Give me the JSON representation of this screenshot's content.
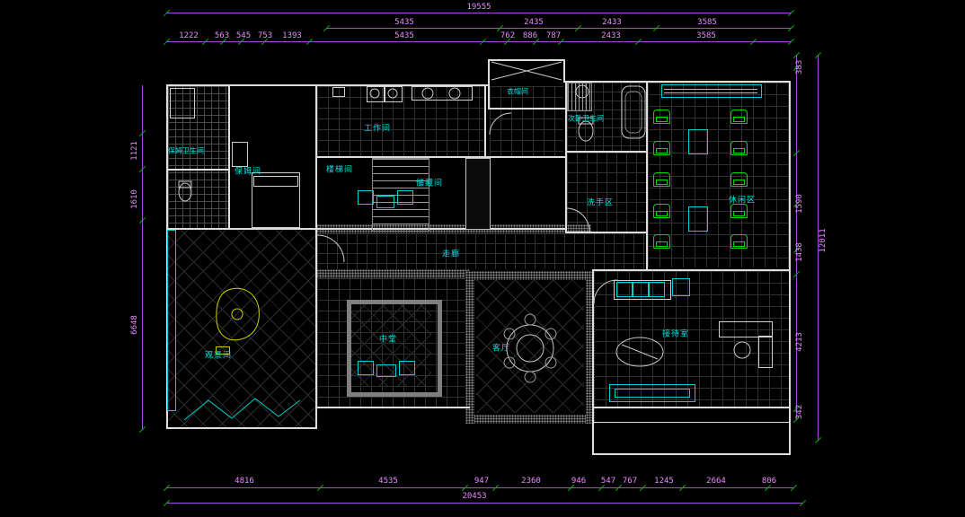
{
  "dimensions": {
    "top": {
      "overall": "19555",
      "row2": [
        "5435",
        "2435",
        "2433",
        "3585"
      ],
      "row3": [
        "1222",
        "563",
        "545",
        "753",
        "1393",
        "5435",
        "762",
        "886",
        "787",
        "2433",
        "3585"
      ]
    },
    "bottom": {
      "row1": [
        "4816",
        "4535",
        "947",
        "2360",
        "946",
        "547",
        "767",
        "1245",
        "2664",
        "806"
      ],
      "overall": "20453"
    },
    "left": [
      "1121",
      "1610",
      "6648"
    ],
    "right": {
      "segments": [
        "383",
        "1590",
        "1438",
        "4213",
        "342"
      ],
      "overall": "12011"
    }
  },
  "rooms": {
    "nanny_bathroom": "保姆卫生间",
    "nanny_room": "保姆间",
    "workroom": "工作间",
    "stairwell": "楼梯间",
    "storage": "储藏间",
    "cloakroom": "衣帽间",
    "secondary_bathroom": "次卧卫生间",
    "wash_area": "洗手区",
    "leisure_area": "休闲区",
    "corridor": "走廊",
    "central_hall": "中堂",
    "living_room": "客厅",
    "reception": "接待室",
    "viewing_room": "观景间"
  },
  "colors": {
    "background": "#000000",
    "walls": "#dedede",
    "tile_grid": "#303030",
    "dimension_line": "#a44ad0",
    "dimension_text": "#e98bff",
    "tick": "#00c000",
    "room_label": "#00e0e0",
    "furniture_cyan": "#00cfcf",
    "furniture_green": "#00d800",
    "furniture_yellow": "#cfcf00"
  }
}
